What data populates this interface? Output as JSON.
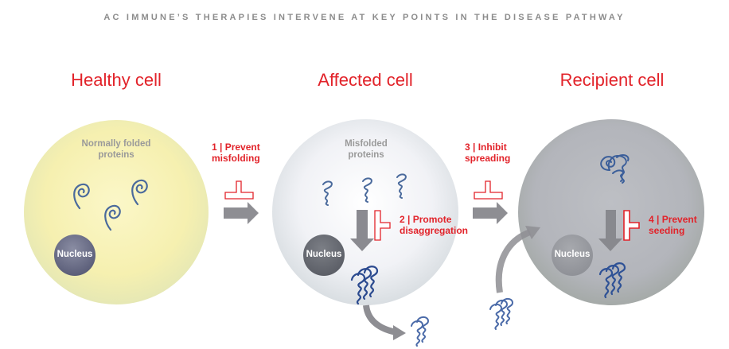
{
  "title": "AC IMMUNE’S THERAPIES INTERVENE AT KEY POINTS IN THE DISEASE PATHWAY",
  "cells": [
    {
      "name": "healthy",
      "title": "Healthy cell",
      "protein_label_line1": "Normally folded",
      "protein_label_line2": "proteins",
      "nucleus_label": "Nucleus",
      "fill": "#f7f2b4"
    },
    {
      "name": "affected",
      "title": "Affected cell",
      "protein_label_line1": "Misfolded",
      "protein_label_line2": "proteins",
      "nucleus_label": "Nucleus",
      "fill": "#eef0f4"
    },
    {
      "name": "recipient",
      "title": "Recipient cell",
      "nucleus_label": "Nucleus",
      "fill": "#b4b6bc"
    }
  ],
  "steps": [
    {
      "number": "1",
      "line1": "1 | Prevent",
      "line2": "misfolding"
    },
    {
      "number": "2",
      "line1": "2 | Promote",
      "line2": "disaggregation"
    },
    {
      "number": "3",
      "line1": "3 | Inhibit",
      "line2": "spreading"
    },
    {
      "number": "4",
      "line1": "4 | Prevent",
      "line2": "seeding"
    }
  ],
  "colors": {
    "accent_red": "#e2232a",
    "arrow_grey": "#8e8e93",
    "protein_blue": "#3c5f9a",
    "aggregate_blue": "#2b4a8f",
    "title_grey": "#8c8c8c"
  }
}
